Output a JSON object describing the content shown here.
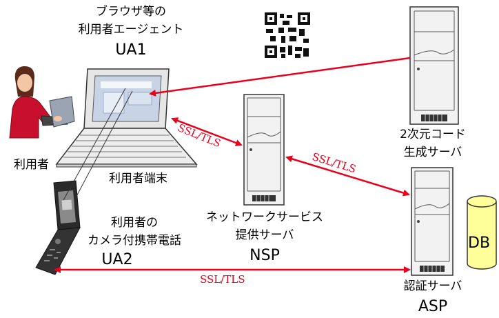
{
  "ua1": {
    "line1": "ブラウザ等の",
    "line2": "利用者エージェント",
    "name": "UA1"
  },
  "user": {
    "label": "利用者"
  },
  "terminal": {
    "label": "利用者端末"
  },
  "ua2": {
    "line1": "利用者の",
    "line2": "カメラ付携帯電話",
    "name": "UA2"
  },
  "nsp": {
    "line1": "ネットワークサービス",
    "line2": "提供サーバ",
    "name": "NSP"
  },
  "qrgen": {
    "line1": "2次元コード",
    "line2": "生成サーバ"
  },
  "asp": {
    "line1": "認証サーバ",
    "name": "ASP"
  },
  "db": {
    "label": "DB"
  },
  "links": {
    "ua1_nsp": "SSL/TLS",
    "nsp_asp": "SSL/TLS",
    "ua2_asp": "SSL/TLS"
  },
  "colors": {
    "arrow": "#e8001c",
    "db_fill": "#ffff99",
    "server_fill": "#f2f2f2",
    "screen": "#c8d4e6"
  }
}
